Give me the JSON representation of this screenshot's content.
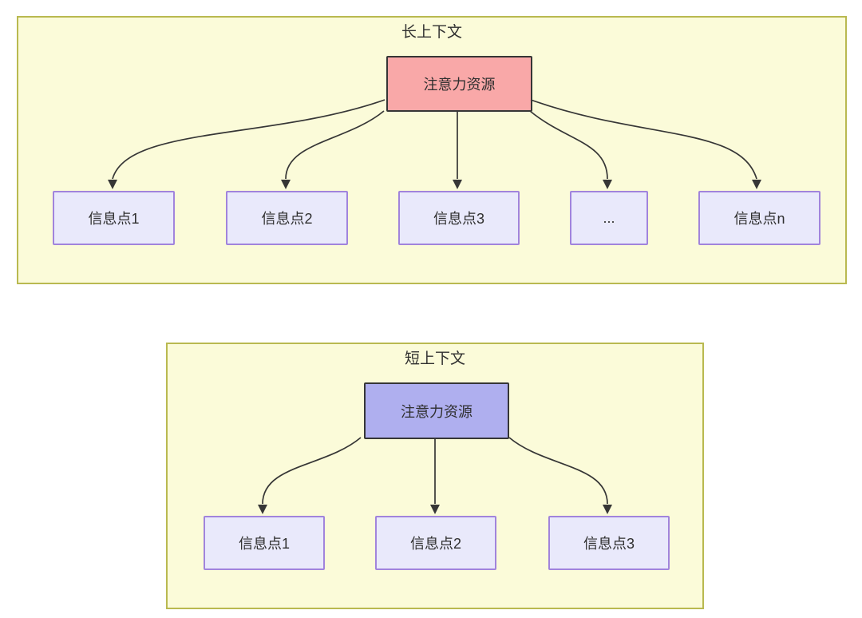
{
  "colors": {
    "panel_fill": "#FBFBD9",
    "panel_border": "#B9B950",
    "info_fill": "#E9E9FB",
    "info_border": "#A184DC",
    "node_border": "#363636",
    "arrow": "#363636",
    "text": "#2F2F2F",
    "long_attention_fill": "#F9A8A8",
    "short_attention_fill": "#AFAFEF"
  },
  "long_context": {
    "title": "长上下文",
    "attention_node": "注意力资源",
    "info_nodes": [
      "信息点1",
      "信息点2",
      "信息点3",
      "...",
      "信息点n"
    ]
  },
  "short_context": {
    "title": "短上下文",
    "attention_node": "注意力资源",
    "info_nodes": [
      "信息点1",
      "信息点2",
      "信息点3"
    ]
  }
}
